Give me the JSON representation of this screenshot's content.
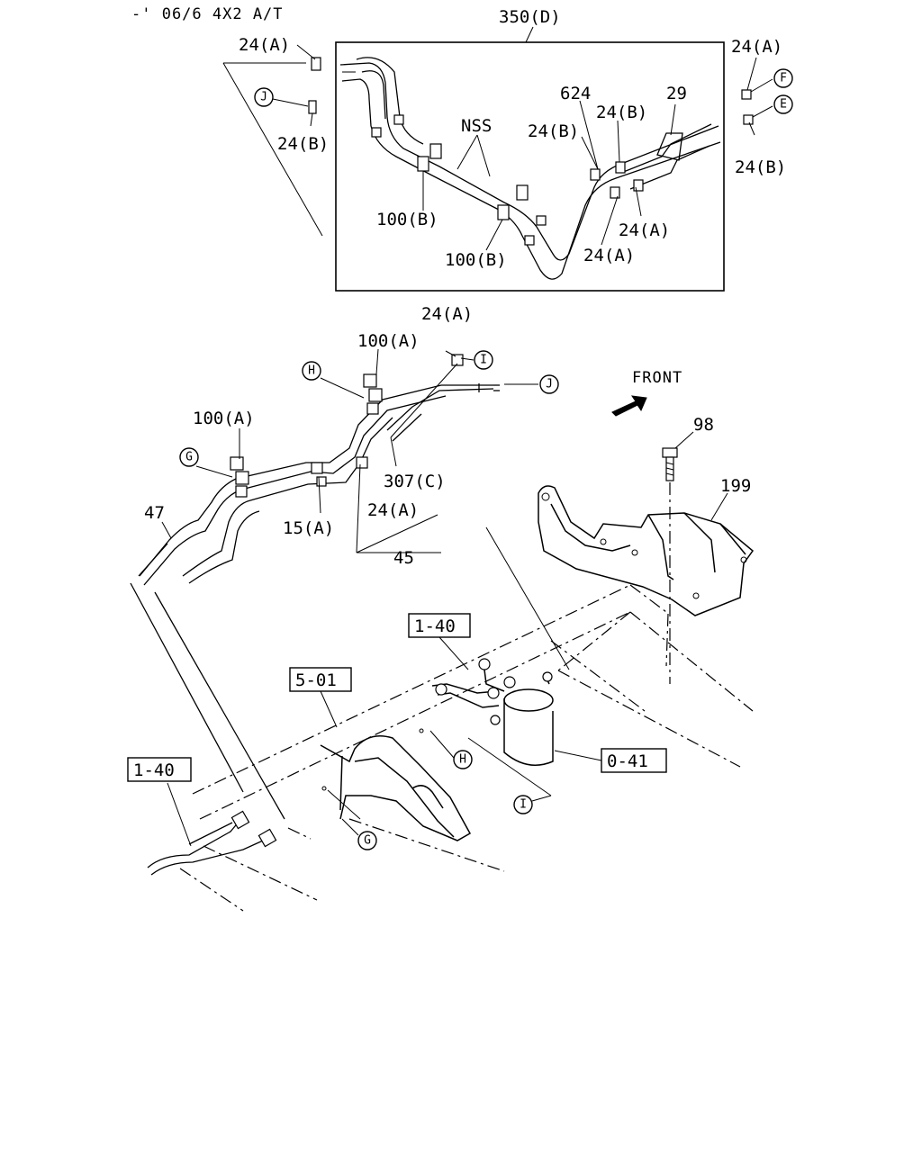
{
  "header": {
    "note": "-' 06/6 4X2 A/T"
  },
  "detail_box": {
    "title": "350(D)"
  },
  "orientation": {
    "front_label": "FRONT"
  },
  "labels": {
    "l_24a_top_left": "24(A)",
    "l_24b_top_left": "24(B)",
    "l_nss": "NSS",
    "l_624": "624",
    "l_24b_mid": "24(B)",
    "l_24b_mid2": "24(B)",
    "l_29": "29",
    "l_24a_top_right": "24(A)",
    "l_24b_right": "24(B)",
    "l_24a_box1": "24(A)",
    "l_24a_box2": "24(A)",
    "l_100b_1": "100(B)",
    "l_100b_2": "100(B)",
    "l_24a_mid": "24(A)",
    "l_100a_1": "100(A)",
    "l_100a_2": "100(A)",
    "l_307c": "307(C)",
    "l_24a_low": "24(A)",
    "l_15a": "15(A)",
    "l_45": "45",
    "l_47": "47",
    "l_98": "98",
    "l_199": "199"
  },
  "ref_boxes": {
    "r_140_top": "1-40",
    "r_501": "5-01",
    "r_041": "0-41",
    "r_140_left": "1-40"
  },
  "connectors": {
    "c_J_top": "J",
    "c_F": "F",
    "c_E": "E",
    "c_I_mid": "I",
    "c_H_mid": "H",
    "c_J_mid": "J",
    "c_G_mid": "G",
    "c_H_low": "H",
    "c_I_low": "I",
    "c_G_low": "G"
  }
}
